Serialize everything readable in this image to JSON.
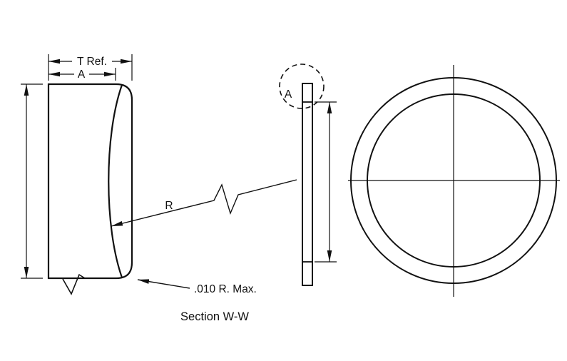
{
  "page": {
    "background_color": "#ffffff",
    "line_color": "#111111"
  },
  "section_view": {
    "thickness_ref_label": "T Ref.",
    "flat_width_label": "A",
    "radius_label": "R",
    "corner_radius_note": ".010 R. Max.",
    "caption": "Section W-W"
  },
  "detail_callout": {
    "label": "A"
  }
}
